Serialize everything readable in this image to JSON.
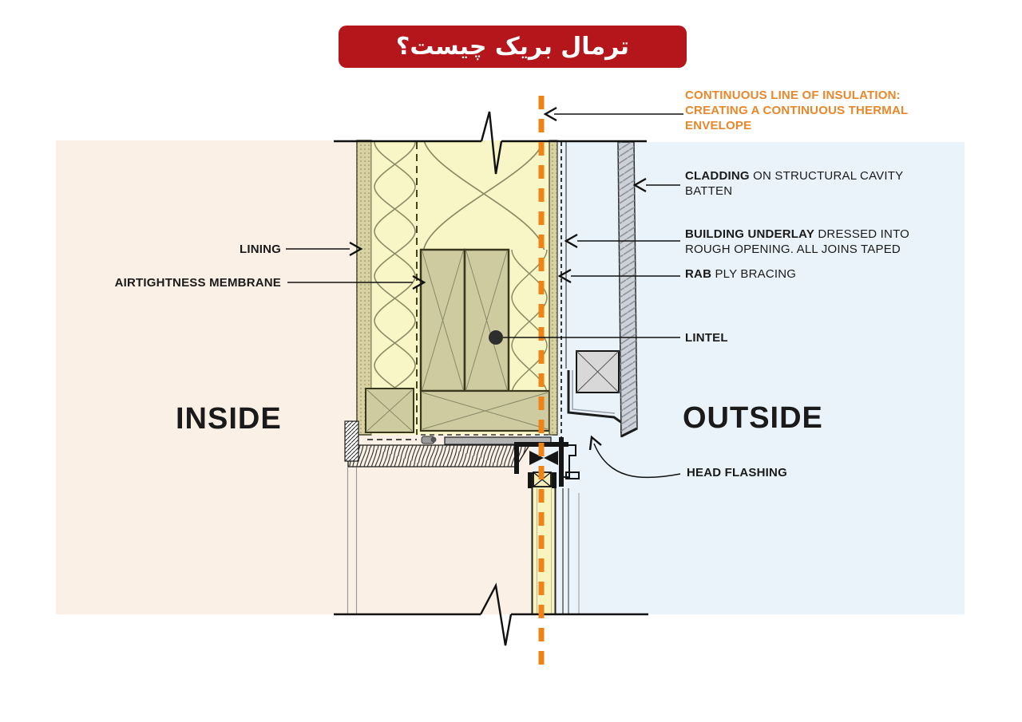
{
  "banner": {
    "title": "ترمال بریک چیست؟"
  },
  "callouts": {
    "insulation_note": "CONTINUOUS LINE OF INSULATION: CREATING A CONTINUOUS THERMAL ENVELOPE",
    "cladding_bold": "CLADDING",
    "cladding_rest": " ON STRUCTURAL CAVITY BATTEN",
    "underlay_bold": "BUILDING UNDERLAY",
    "underlay_rest": " DRESSED INTO ROUGH OPENING. ALL JOINS TAPED",
    "rab_bold": "RAB",
    "rab_rest": " PLY BRACING",
    "lintel": "LINTEL",
    "head_flashing": "HEAD FLASHING",
    "lining": "LINING",
    "airtightness_membrane": "AIRTIGHTNESS MEMBRANE"
  },
  "zones": {
    "inside": "INSIDE",
    "outside": "OUTSIDE"
  },
  "colors": {
    "banner_red": "#b5161c",
    "note_orange": "#e9872b",
    "insulation_line_orange": "#ee8418",
    "inside_background": "#fbf0e5",
    "outside_background": "#eaf3f9",
    "insulation_yellow": "#f8f6c7",
    "timber_fill": "#cecba1",
    "lining_tan": "#d8d2a2",
    "cladding_gray": "#cdd1d9"
  }
}
